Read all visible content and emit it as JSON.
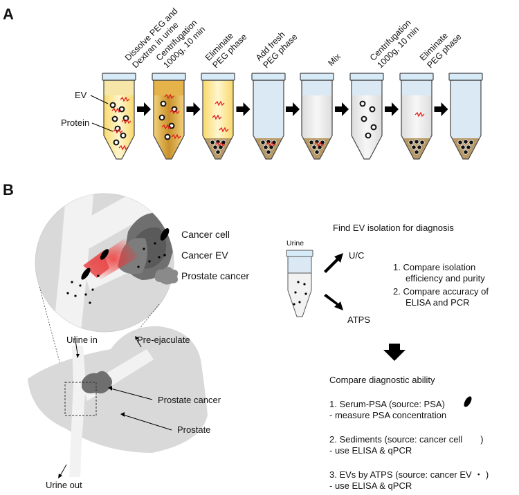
{
  "panels": {
    "a": "A",
    "b": "B"
  },
  "steps": [
    [
      "Dissolve PEG and",
      "Dextran in urine"
    ],
    [
      "Centrifugation",
      "1000g, 10 min"
    ],
    [
      "Eliminate",
      "PEG phase"
    ],
    [
      "Add fresh",
      "PEG phase"
    ],
    [
      "Mix"
    ],
    [
      "Centrifugation",
      "1000g, 10 min"
    ],
    [
      "Eliminate",
      "PEG phase"
    ]
  ],
  "tube_labels": {
    "ev": "EV",
    "protein": "Protein"
  },
  "legend": {
    "cancer_cell": "Cancer cell",
    "cancer_ev": "Cancer EV",
    "prostate_cancer": "Prostate cancer"
  },
  "anatomy": {
    "urine_in": "Urine in",
    "pre_ejaculate": "Pre-ejaculate",
    "prostate_cancer": "Prostate cancer",
    "prostate": "Prostate",
    "urine_out": "Urine out"
  },
  "workflow": {
    "find_title": "Find EV isolation for diagnosis",
    "urine": "Urine",
    "uc": "U/C",
    "atps": "ATPS",
    "compare_items": [
      [
        "1.  Compare isolation",
        "     efficiency and purity"
      ],
      [
        "2.  Compare accuracy of",
        "     ELISA and PCR"
      ]
    ],
    "compare_diag": "Compare diagnostic ability",
    "diag_items": [
      [
        "1. Serum-PSA (source: PSA)",
        "- measure PSA concentration"
      ],
      [
        "2. Sediments (source: cancer cell",
        "- use ELISA & qPCR"
      ],
      [
        "3. EVs by ATPS (source: cancer EV ・ )",
        "- use ELISA & qPCR"
      ]
    ]
  },
  "colors": {
    "cap": "#d6eaf8",
    "tube_body": "#f2f2f2",
    "peg_yellow": "#f7df7a",
    "dextran": "#c69c3b",
    "red": "#e02020",
    "arrow": "#000000"
  }
}
